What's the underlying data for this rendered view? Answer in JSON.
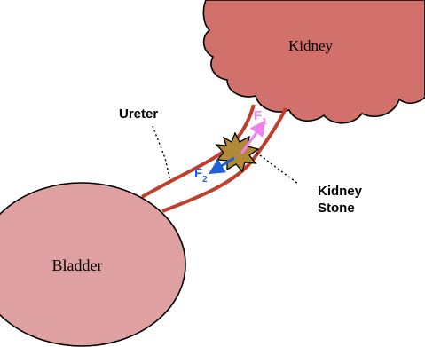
{
  "labels": {
    "kidney": "Kidney",
    "bladder": "Bladder",
    "ureter": "Ureter",
    "kidney_stone_line1": "Kidney",
    "kidney_stone_line2": "Stone",
    "force1_letter": "F",
    "force1_sub": "1",
    "force2_letter": "F",
    "force2_sub": "2"
  },
  "colors": {
    "kidney_fill": "#d2706c",
    "bladder_fill": "#dfa0a2",
    "ureter_wall": "#bf3f2d",
    "stone_fill": "#b08a36",
    "force1": "#ee82ee",
    "force2": "#1f5fd8",
    "leader": "#000000"
  }
}
